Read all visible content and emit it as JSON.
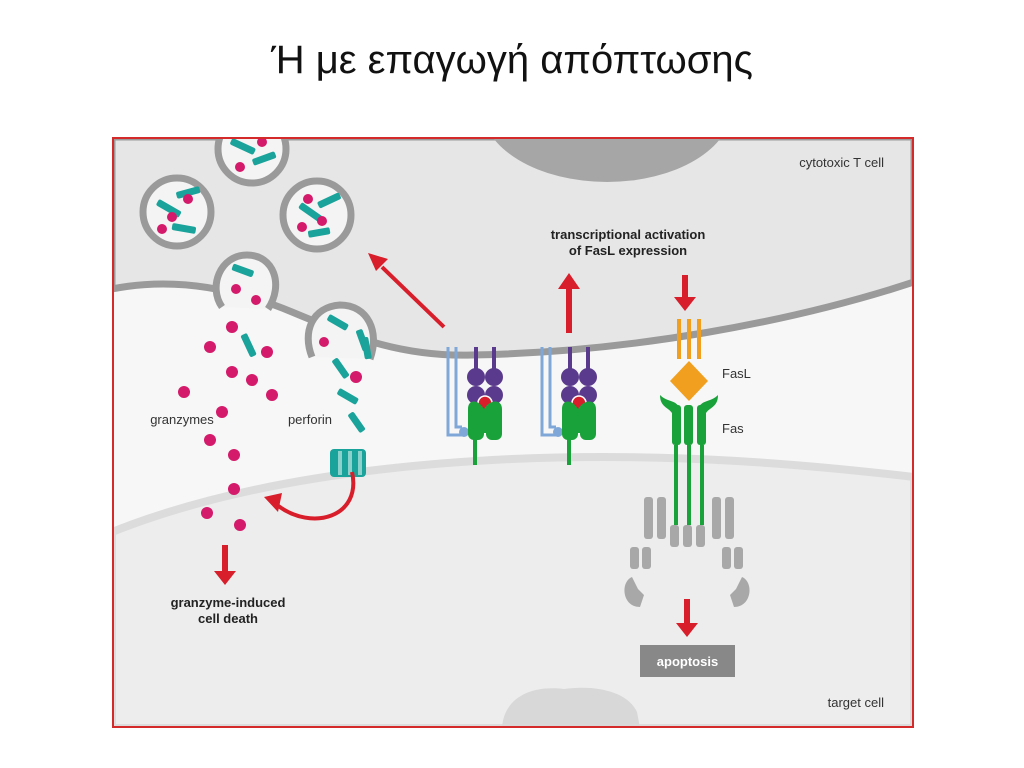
{
  "slide": {
    "title": "Ή με επαγωγή απόπτωσης"
  },
  "diagram": {
    "label_t_cell": "cytotoxic T cell",
    "label_target_cell": "target cell",
    "label_granzymes": "granzymes",
    "label_perforin": "perforin",
    "label_transcription_line1": "transcriptional activation",
    "label_transcription_line2": "of FasL expression",
    "label_fasl": "FasL",
    "label_fas": "Fas",
    "label_apoptosis": "apoptosis",
    "label_gzm_death_line1": "granzyme-induced",
    "label_gzm_death_line2": "cell death",
    "colors": {
      "frame": "#d42a2a",
      "t_cell": "#e9e9e9",
      "target_cell": "#f0f0f0",
      "granzyme": "#d41a6a",
      "perforin": "#1aa39a",
      "arrow": "#d81e2a",
      "receptor_purple": "#5a3a8c",
      "receptor_green": "#1aa23a",
      "coreceptor_blue": "#7fa8d8",
      "fasl_orange": "#f0a01e",
      "death_domain_gray": "#a8a8a8",
      "apoptosis_box": "#888888"
    }
  }
}
